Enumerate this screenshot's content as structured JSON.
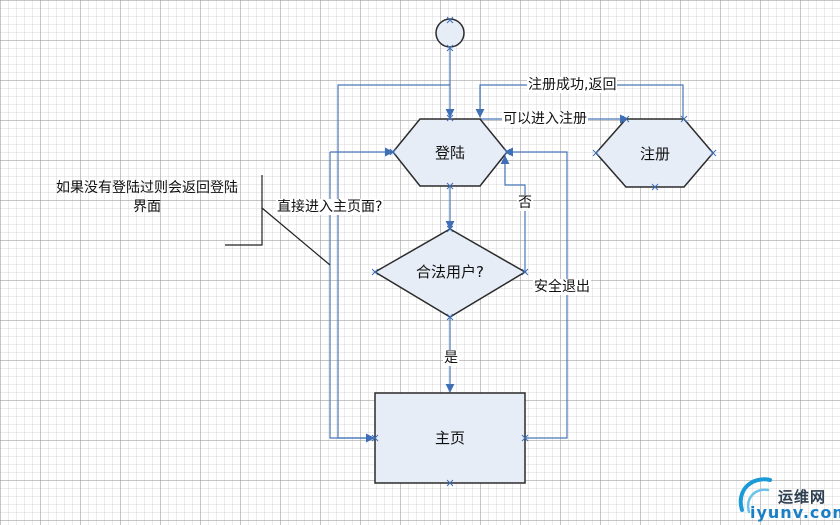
{
  "nodes": {
    "login": "登陆",
    "register": "注册",
    "decision": "合法用户?",
    "main": "主页"
  },
  "edges": {
    "register_success_return": "注册成功,返回",
    "can_register": "可以进入注册",
    "no": "否",
    "yes": "是",
    "direct_main_question": "直接进入主页面?",
    "safe_exit": "安全退出"
  },
  "note": {
    "text_line1": "如果没有登陆过则会返回登陆",
    "text_line2": "界面"
  },
  "watermark": {
    "cn": "运维网",
    "en": "iyunv.com"
  },
  "colors": {
    "node_fill": "#e6edf7",
    "node_stroke": "#2b2b2b",
    "connector": "#4a78b8",
    "arrow": "#3f6fb6"
  }
}
